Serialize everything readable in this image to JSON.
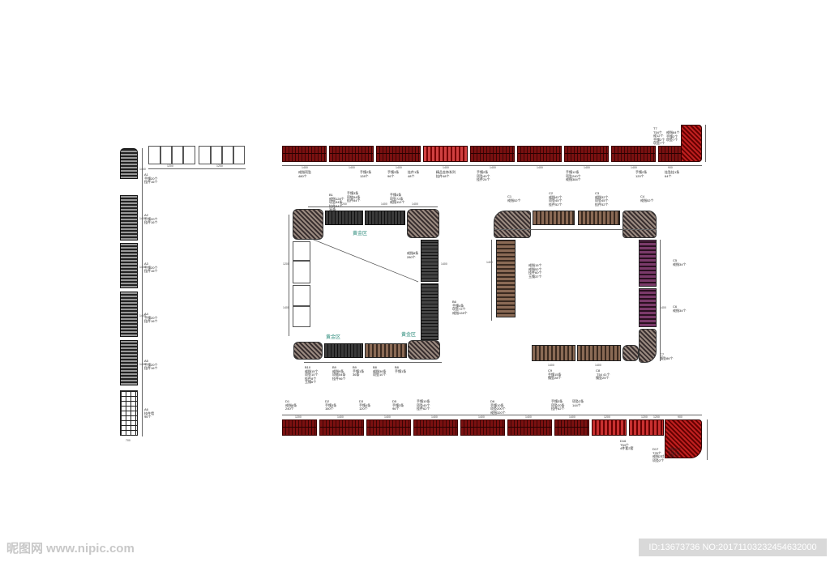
{
  "zones": {
    "b_top": "黄金区",
    "b_bottom_left": "黄金区",
    "b_bottom_right": "黄金区"
  },
  "left_column": {
    "labels": [
      "A1\n手镯20个\n挂件16个",
      "A2\n手镯20个\n挂件16个",
      "A3\n手镯20个\n挂件16个",
      "A4\n手镯20个\n挂件16个",
      "A5\n手镯20个\n挂件16个",
      "A6\n挂件墙\n96个"
    ],
    "dims": [
      "1400",
      "1400",
      "1400",
      "1400",
      "1400",
      "700"
    ]
  },
  "top_strip": {
    "labels": [
      "戒指项坠\n480个",
      "手镯2条\n128个",
      "手镯3条\n96个",
      "挂件1条\n48个",
      "精品金饰系列\n挂件48个",
      "手镯2条\n项坠40个\n挂件24个",
      "手镯12条\n项坠240个\n戒指384个",
      "手镯2条\n120个",
      "挂坠挂1条\n64个"
    ],
    "dims": [
      "1400",
      "1400",
      "1400",
      "1400",
      "1400",
      "1400",
      "1400",
      "1400",
      "900"
    ],
    "corner_label": "T7\nT54个\n戒12个\n手镯2个\n项坠7个",
    "corner_label2": "戒指84个\n手镯2个\n项坠7个"
  },
  "top_left_boxes": {
    "dims": [
      "1200",
      "1200"
    ]
  },
  "b_block": {
    "top_labels": [
      "B1\n戒指128个\n项坠54条\n挂件84个\n36条",
      "手镯3条\n项链54条\n挂件84个",
      "手镯4条\n项坠72条\n戒指112个"
    ],
    "right_labels": [
      "戒指8条\n280个",
      "B6\n手镯4条\n项坠72个\n戒指128个"
    ],
    "bottom_labels": [
      "B10\n戒指15个\n项坠10个\n挂件8个\n玉镯6个",
      "B9\n戒指9条\n项链54条\n挂件96个",
      "B9\n手镯1条\n36条",
      "B8\n戒指36条\n项坠10个",
      "B8\n手镯1条"
    ],
    "dims_top": [
      "1200",
      "1400",
      "1400"
    ],
    "dims_side": [
      "1200",
      "1400",
      "1400"
    ]
  },
  "c_block": {
    "top_labels": [
      "C1\n戒指52个",
      "C2\n戒指42个\n项坠45个\n挂件52个",
      "C3\n戒指32个\n项坠45个\n挂件52个",
      "C4\n戒指52个"
    ],
    "left_label": "戒指15个\n戒指52个\n挂件60个\n玉镯37个",
    "right_labels": [
      "C5\n戒指34个",
      "C6\n戒指34个",
      "C7\n镯坠86个"
    ],
    "bottom_labels": [
      "C9\n手镯15条\n镯坠28个",
      "C8\n T54 41个\n镯坠25个"
    ],
    "dims": [
      "1400",
      "1400",
      "1400",
      "1400"
    ]
  },
  "bottom_strip": {
    "labels": [
      "D1\n戒指8条\n240个",
      "D2\n手镯3条\n160个",
      "D3\n手镯4条\n120个",
      "D5\n手镯3条\n96个",
      "手镯10条\n项坠40个\n挂件62个",
      "D6\n手镯10条\n项坠200个\n戒指320个",
      "手镯3条\n项坠20条\n挂件62个",
      "项坠2条\n144个"
    ],
    "dims": [
      "1200",
      "1400",
      "1400",
      "1400",
      "1400",
      "1400",
      "1400",
      "1200",
      "1200",
      "1200",
      "900"
    ],
    "corner_labels": [
      "D16\nT54个\n4件套2套",
      "D17\nT25个\n戒指2对\n项坠2个",
      "戒指20个\n手镯2条\n项坠2个"
    ]
  },
  "watermark": {
    "logo": "昵图网 www.nipic.com",
    "id": "ID:13673736 NO:20171103232454632000"
  }
}
